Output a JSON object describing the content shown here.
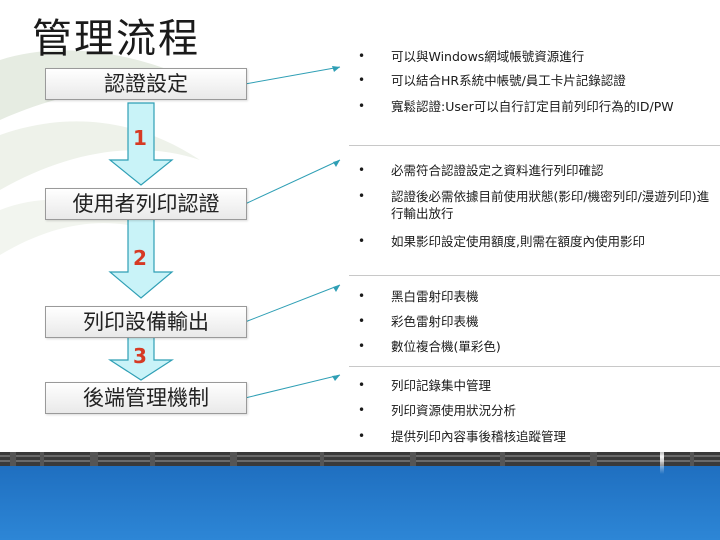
{
  "title": "管理流程",
  "steps": [
    {
      "label": "認證設定"
    },
    {
      "label": "使用者列印認證"
    },
    {
      "label": "列印設備輸出"
    },
    {
      "label": "後端管理機制"
    }
  ],
  "step_numbers": [
    "1",
    "2",
    "3"
  ],
  "groups": [
    {
      "items": [
        "可以與Windows網域帳號資源進行",
        "可以結合HR系統中帳號/員工卡片記錄認證",
        "寬鬆認證:User可以自行訂定目前列印行為的ID/PW"
      ]
    },
    {
      "items": [
        "必需符合認證設定之資料進行列印確認",
        "認證後必需依據目前使用狀態(影印/機密列印/漫遊列印)進行輸出放行",
        "如果影印設定使用額度,則需在額度內使用影印"
      ]
    },
    {
      "items": [
        "黑白雷射印表機",
        "彩色雷射印表機",
        "數位複合機(單彩色)"
      ]
    },
    {
      "items": [
        "列印記錄集中管理",
        "列印資源使用狀況分析",
        "提供列印內容事後稽核追蹤管理"
      ]
    }
  ],
  "bullet_glyph": "•",
  "colors": {
    "accent_number": "#d63a24",
    "arrow_fill": "#c9f3f8",
    "arrow_stroke": "#2f9fb5",
    "band": "#1f6fc0"
  }
}
